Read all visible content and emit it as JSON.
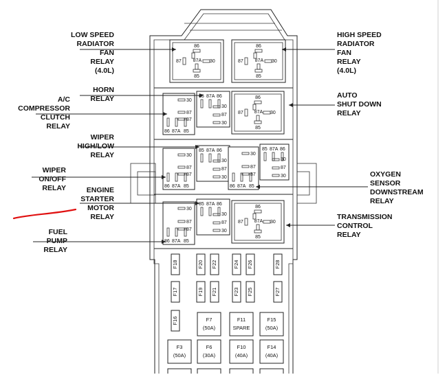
{
  "labels": {
    "low_speed_fan": [
      "LOW SPEED",
      "RADIATOR",
      "FAN",
      "RELAY",
      "(4.0L)"
    ],
    "high_speed_fan": [
      "HIGH SPEED",
      "RADIATOR",
      "FAN",
      "RELAY",
      "(4.0L)"
    ],
    "horn": [
      "HORN",
      "RELAY"
    ],
    "ac_clutch": [
      "A/C",
      "COMPRESSOR",
      "CLUTCH",
      "RELAY"
    ],
    "auto_shutdown": [
      "AUTO",
      "SHUT DOWN",
      "RELAY"
    ],
    "wiper_hilo": [
      "WIPER",
      "HIGH/LOW",
      "RELAY"
    ],
    "wiper_onoff": [
      "WIPER",
      "ON/OFF",
      "RELAY"
    ],
    "oxygen": [
      "OXYGEN",
      "SENSOR",
      "DOWNSTREAM",
      "RELAY"
    ],
    "starter": [
      "ENGINE",
      "STARTER",
      "MOTOR",
      "RELAY"
    ],
    "transmission": [
      "TRANSMISSION",
      "CONTROL",
      "RELAY"
    ],
    "fuel_pump": [
      "FUEL",
      "PUMP",
      "RELAY"
    ]
  },
  "pins": {
    "p86": "86",
    "p87": "87",
    "p87a": "87A",
    "p85": "85",
    "p30": "30"
  },
  "fuses_mini": [
    "F18",
    "F20",
    "F22",
    "F24",
    "F26",
    "F28",
    "F17",
    "F19",
    "F21",
    "F23",
    "F25",
    "F27",
    "F16"
  ],
  "fuses_maxi": [
    {
      "id": "F7",
      "rating": "(50A)"
    },
    {
      "id": "F11",
      "rating": "SPARE"
    },
    {
      "id": "F15",
      "rating": "(50A)"
    },
    {
      "id": "F3",
      "rating": "(50A)"
    },
    {
      "id": "F6",
      "rating": "(30A)"
    },
    {
      "id": "F10",
      "rating": "(40A)"
    },
    {
      "id": "F14",
      "rating": "(40A)"
    }
  ],
  "colors": {
    "annotation": "#e01010",
    "ink": "#222222"
  }
}
